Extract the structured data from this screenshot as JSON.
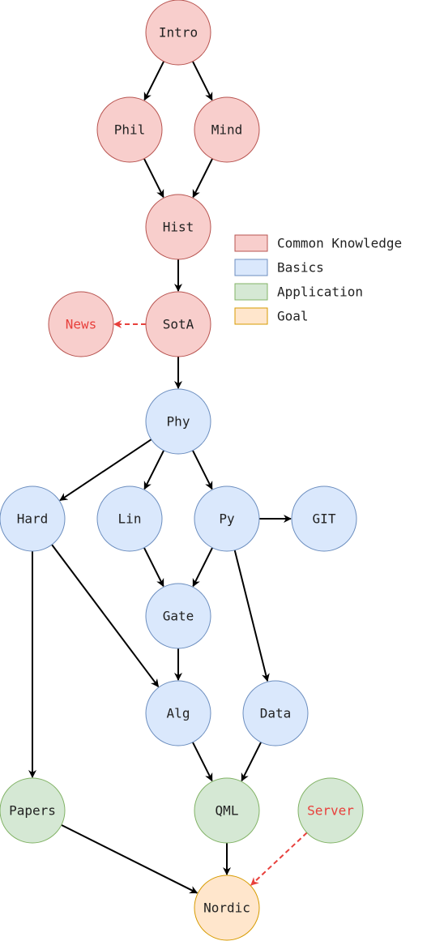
{
  "colors": {
    "common": {
      "fill": "#f8cecc",
      "stroke": "#b85450"
    },
    "basics": {
      "fill": "#dae8fc",
      "stroke": "#6c8ebf"
    },
    "application": {
      "fill": "#d5e8d4",
      "stroke": "#82b366"
    },
    "goal": {
      "fill": "#ffe6cc",
      "stroke": "#d79b00"
    },
    "text": "#222222",
    "highlight_text": "#e8403c",
    "edge": "#000000",
    "dashed_edge": "#e8403c"
  },
  "nodes": [
    {
      "id": "intro",
      "label": "Intro",
      "category": "common"
    },
    {
      "id": "phil",
      "label": "Phil",
      "category": "common"
    },
    {
      "id": "mind",
      "label": "Mind",
      "category": "common"
    },
    {
      "id": "hist",
      "label": "Hist",
      "category": "common"
    },
    {
      "id": "sota",
      "label": "SotA",
      "category": "common"
    },
    {
      "id": "news",
      "label": "News",
      "category": "common",
      "highlight": true
    },
    {
      "id": "phy",
      "label": "Phy",
      "category": "basics"
    },
    {
      "id": "hard",
      "label": "Hard",
      "category": "basics"
    },
    {
      "id": "lin",
      "label": "Lin",
      "category": "basics"
    },
    {
      "id": "py",
      "label": "Py",
      "category": "basics"
    },
    {
      "id": "git",
      "label": "GIT",
      "category": "basics"
    },
    {
      "id": "gate",
      "label": "Gate",
      "category": "basics"
    },
    {
      "id": "alg",
      "label": "Alg",
      "category": "basics"
    },
    {
      "id": "data",
      "label": "Data",
      "category": "basics"
    },
    {
      "id": "papers",
      "label": "Papers",
      "category": "application"
    },
    {
      "id": "qml",
      "label": "QML",
      "category": "application"
    },
    {
      "id": "server",
      "label": "Server",
      "category": "application",
      "highlight": true
    },
    {
      "id": "nordic",
      "label": "Nordic",
      "category": "goal"
    }
  ],
  "edges": [
    {
      "from": "intro",
      "to": "phil"
    },
    {
      "from": "intro",
      "to": "mind"
    },
    {
      "from": "phil",
      "to": "hist"
    },
    {
      "from": "mind",
      "to": "hist"
    },
    {
      "from": "hist",
      "to": "sota"
    },
    {
      "from": "sota",
      "to": "news",
      "dashed": true
    },
    {
      "from": "sota",
      "to": "phy"
    },
    {
      "from": "phy",
      "to": "hard"
    },
    {
      "from": "phy",
      "to": "lin"
    },
    {
      "from": "phy",
      "to": "py"
    },
    {
      "from": "py",
      "to": "git"
    },
    {
      "from": "lin",
      "to": "gate"
    },
    {
      "from": "py",
      "to": "gate"
    },
    {
      "from": "py",
      "to": "data"
    },
    {
      "from": "hard",
      "to": "alg"
    },
    {
      "from": "gate",
      "to": "alg"
    },
    {
      "from": "hard",
      "to": "papers"
    },
    {
      "from": "alg",
      "to": "qml"
    },
    {
      "from": "data",
      "to": "qml"
    },
    {
      "from": "papers",
      "to": "nordic"
    },
    {
      "from": "qml",
      "to": "nordic"
    },
    {
      "from": "server",
      "to": "nordic",
      "dashed": true
    }
  ],
  "legend": [
    {
      "category": "common",
      "label": "Common Knowledge"
    },
    {
      "category": "basics",
      "label": "Basics"
    },
    {
      "category": "application",
      "label": "Application"
    },
    {
      "category": "goal",
      "label": "Goal"
    }
  ]
}
